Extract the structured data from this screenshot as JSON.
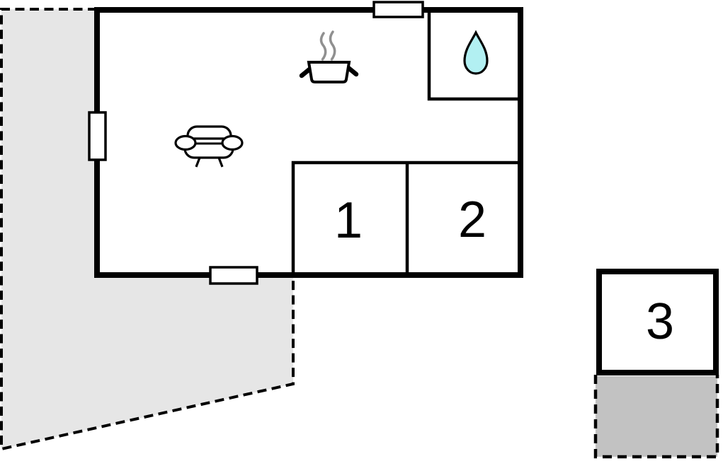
{
  "labels": {
    "room1": "1",
    "room2": "2",
    "room3": "3"
  },
  "colors": {
    "wall": "#000000",
    "terrace_fill": "#e6e6e6",
    "patio_fill": "#c2c2c2",
    "water_drop_fill": "#b2f0f2",
    "steam": "#909090",
    "background": "#ffffff"
  },
  "floor_plan": {
    "main_building": {
      "rooms": [
        {
          "name": "living-kitchen-area",
          "icons": [
            "sofa-icon",
            "cooking-pot-icon"
          ]
        },
        {
          "name": "shower-room",
          "icons": [
            "water-drop-icon"
          ]
        },
        {
          "name": "room-1",
          "label": "1"
        },
        {
          "name": "room-2",
          "label": "2"
        }
      ],
      "openings": [
        "door-top",
        "window-left",
        "door-bottom"
      ]
    },
    "annex_building": {
      "name": "room-3",
      "label": "3"
    },
    "outdoor_areas": [
      {
        "name": "terrace-left",
        "border": "dashed"
      },
      {
        "name": "patio-annex",
        "border": "dashed"
      }
    ]
  }
}
